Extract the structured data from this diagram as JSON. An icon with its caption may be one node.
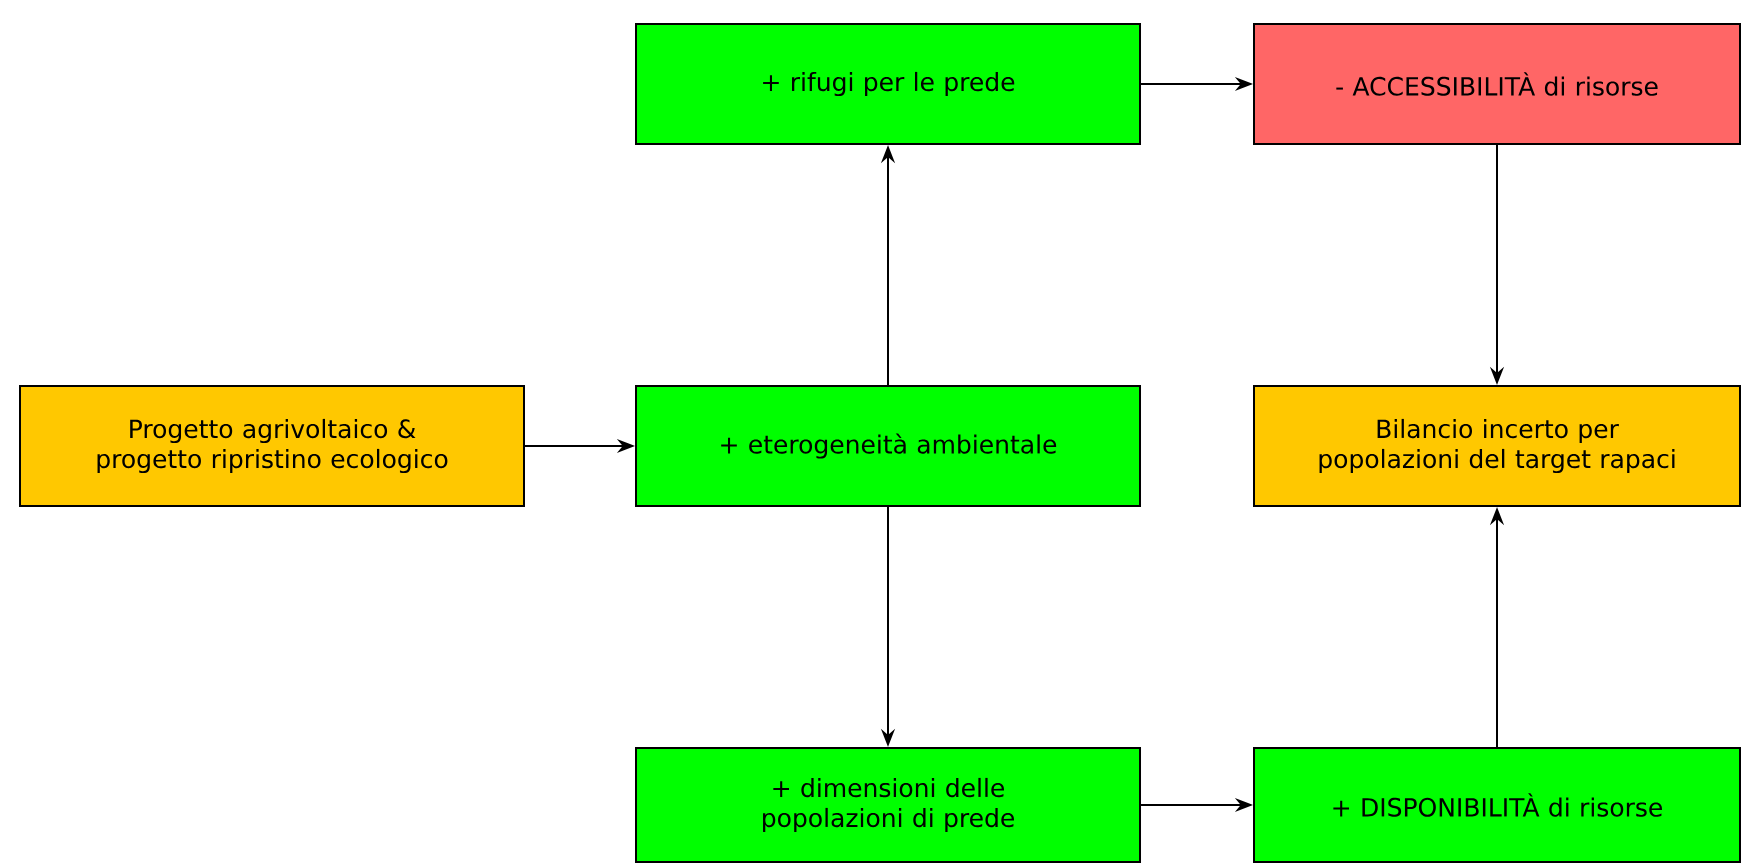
{
  "diagram": {
    "nodes": [
      {
        "text": [
          "Progetto agrivoltaico & progetto ripristino ecologico"
        ]
      },
      {
        "text": [
          "+ rifugi per le prede"
        ]
      },
      {
        "text": [
          "- ACCESSIBILITÀ di risorse"
        ]
      },
      {
        "text": [
          "+ eterogeneità ambientale"
        ]
      },
      {
        "text": [
          "Bilancio incerto per popolazioni del target rapaci"
        ]
      },
      {
        "text": [
          "+ dimensioni delle popolazioni di prede"
        ]
      },
      {
        "text": [
          "+ DISPONIBILITÀ di risorse"
        ]
      }
    ],
    "edges": [
      {
        "from": 0,
        "to": 3,
        "arrow": "to"
      },
      {
        "from": 3,
        "to": 1,
        "arrow": "to"
      },
      {
        "from": 1,
        "to": 2,
        "arrow": "to"
      },
      {
        "from": 2,
        "to": 4,
        "arrow": "to"
      },
      {
        "from": 3,
        "to": 5,
        "arrow": "to"
      },
      {
        "from": 5,
        "to": 6,
        "arrow": "to"
      },
      {
        "from": 6,
        "to": 4,
        "arrow": "to"
      }
    ]
  }
}
